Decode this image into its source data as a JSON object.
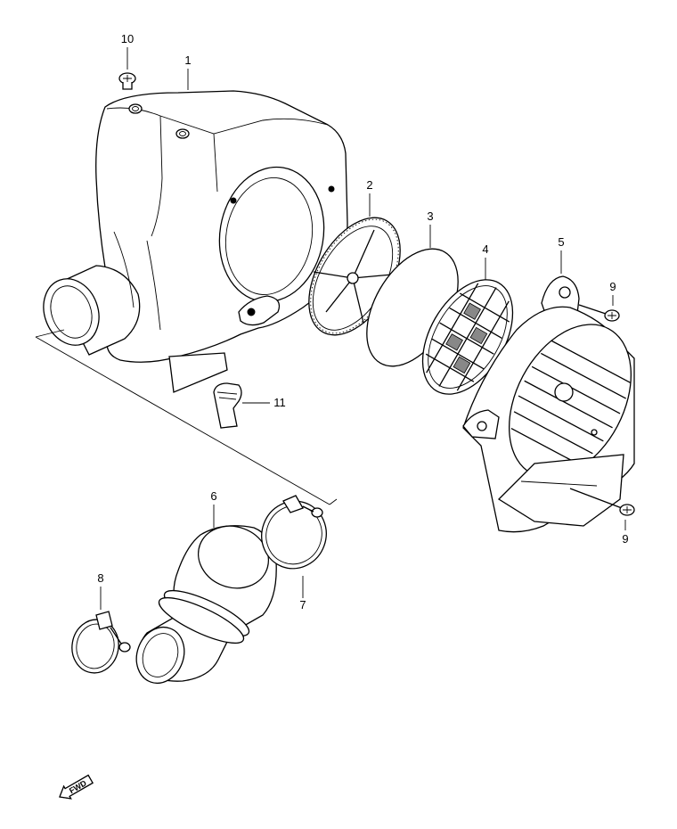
{
  "diagram": {
    "parts": [
      {
        "ref": "1",
        "label": "1"
      },
      {
        "ref": "2",
        "label": "2"
      },
      {
        "ref": "3",
        "label": "3"
      },
      {
        "ref": "4",
        "label": "4"
      },
      {
        "ref": "5",
        "label": "5"
      },
      {
        "ref": "6",
        "label": "6"
      },
      {
        "ref": "7",
        "label": "7"
      },
      {
        "ref": "8",
        "label": "8"
      },
      {
        "ref": "9a",
        "label": "9"
      },
      {
        "ref": "9b",
        "label": "9"
      },
      {
        "ref": "10",
        "label": "10"
      },
      {
        "ref": "11",
        "label": "11"
      }
    ],
    "direction_mark": "FWD"
  }
}
